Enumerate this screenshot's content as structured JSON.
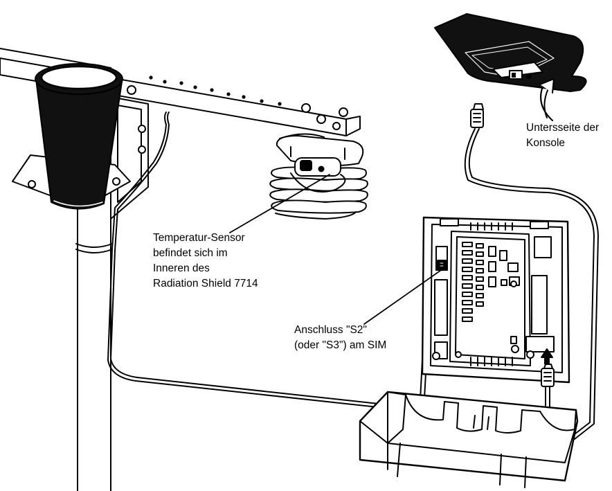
{
  "labels": {
    "console_underside": [
      "Untersseite der",
      "Konsole"
    ],
    "temperature_sensor": [
      "Temperatur-Sensor",
      "befindet sich im",
      "Inneren des",
      "Radiation Shield 7714"
    ],
    "port": [
      "Anschluss \"S2\"",
      "(oder \"S3\") am SIM"
    ]
  },
  "colors": {
    "ink": "#000000",
    "shadow": "#111111",
    "paper": "#ffffff"
  }
}
